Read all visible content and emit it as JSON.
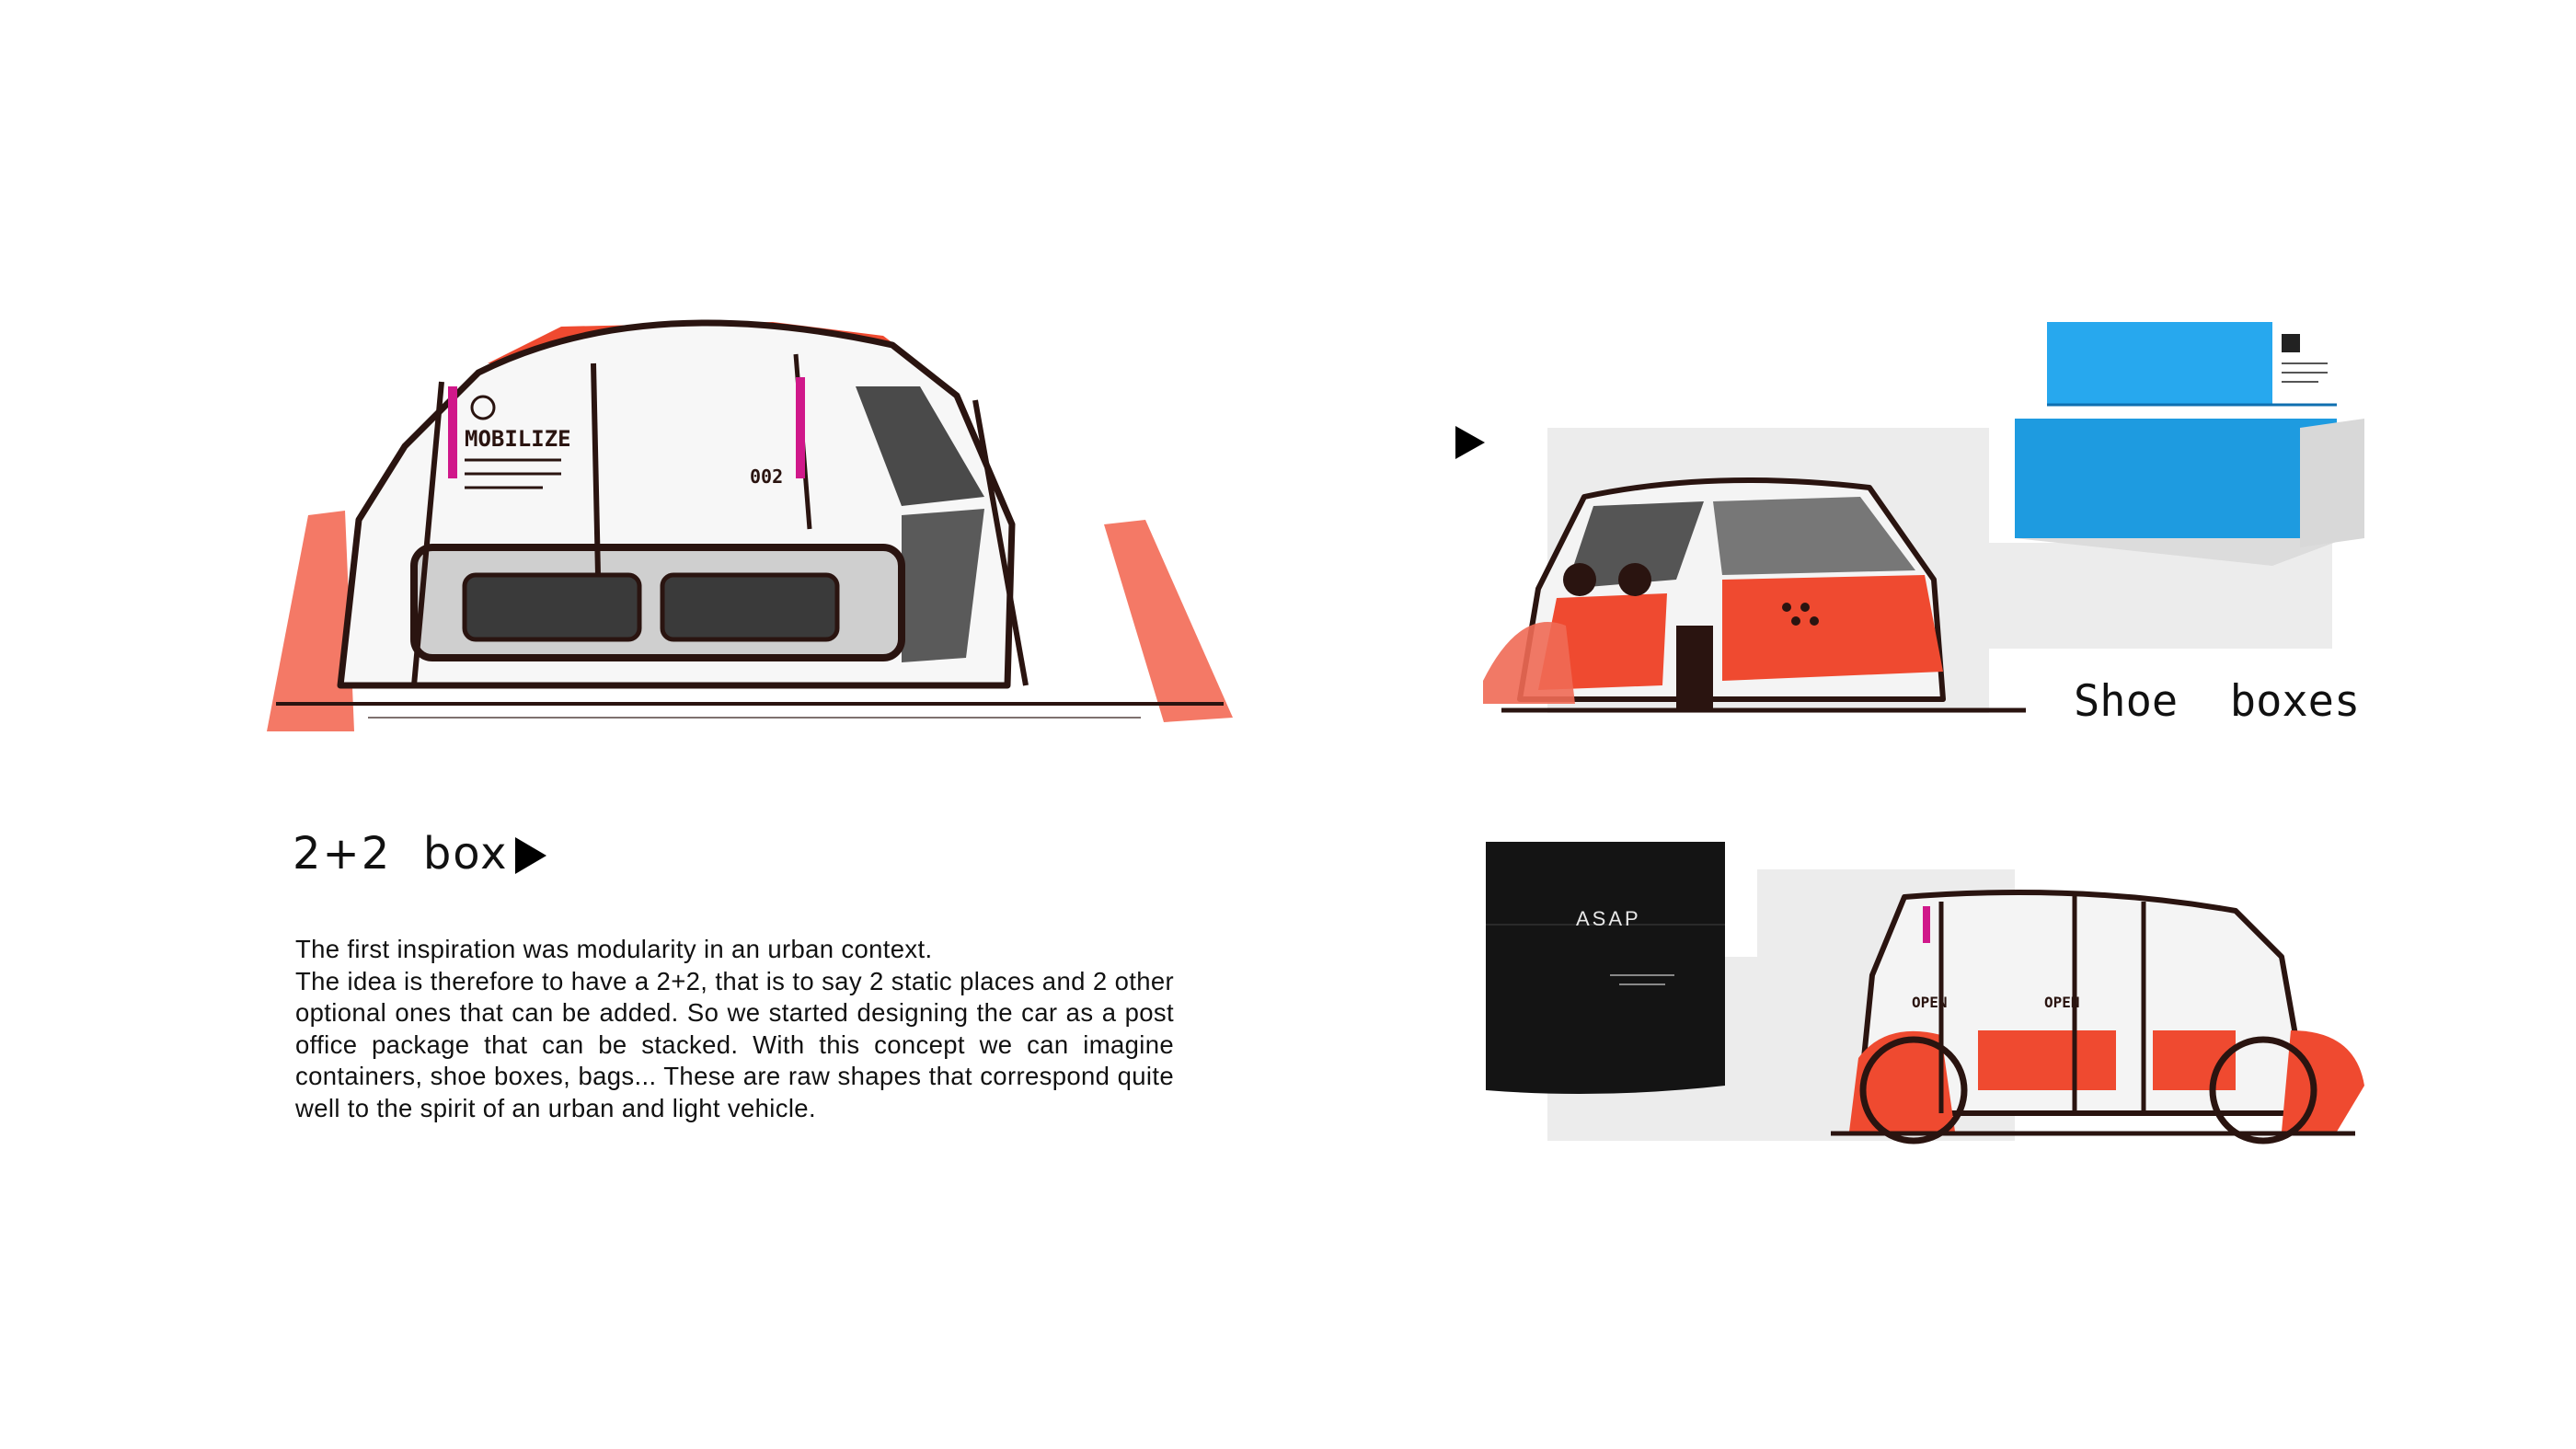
{
  "section_title": "2+2  box",
  "description_lines": [
    "The first inspiration was modularity in an urban context.",
    "The idea is therefore to have a 2+2, that is to say 2 static places and 2 other optional ones that can be added. So we started designing the car as a post office package that can be stacked. With this concept we can imagine containers, shoe boxes, bags... These are raw shapes that correspond quite well to the spirit of an urban and light vehicle."
  ],
  "shoe_boxes_label": "Shoe  boxes",
  "sketch_texts": {
    "brand": "MOBILIZE",
    "code": "002",
    "open_left": "OPEN",
    "open_right": "OPEN",
    "bag_label": "ASAP"
  },
  "colors": {
    "marker_red": "#f04a30",
    "marker_brown": "#3a1e18",
    "shoebox_blue": "#1e9be0",
    "magenta": "#d0188a",
    "bag_black": "#141414"
  }
}
